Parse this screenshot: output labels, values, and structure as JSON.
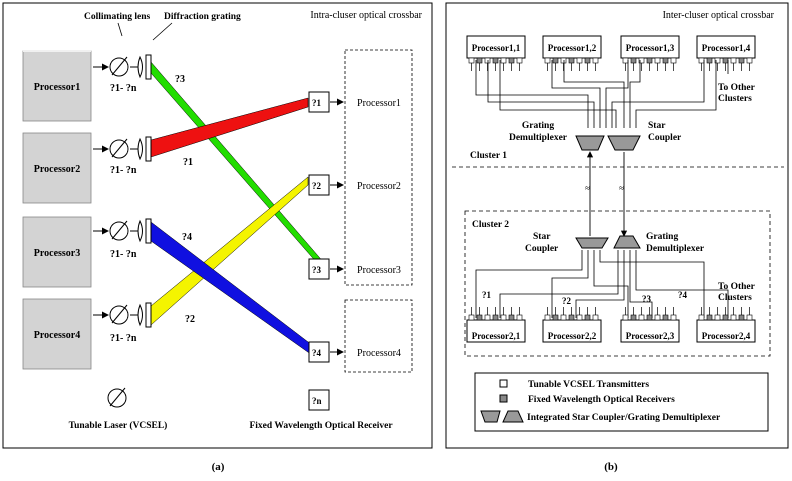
{
  "panel_a": {
    "title": "Intra-cluser optical crossbar",
    "label": "(a)",
    "lens_label": "Collimating lens",
    "grating_label": "Diffraction grating",
    "processors_left": [
      "Processor1",
      "Processor2",
      "Processor3",
      "Processor4"
    ],
    "processors_right": [
      "Processor1",
      "Processor2",
      "Processor3",
      "Processor4"
    ],
    "tune_range": "?1- ?n",
    "beam_labels": [
      "?3",
      "?1",
      "?4",
      "?2"
    ],
    "receiver_labels": [
      "?1",
      "?2",
      "?3",
      "?4"
    ],
    "legend_receiver_symbol": "?n",
    "legend_laser": "Tunable Laser (VCSEL)",
    "legend_receiver": "Fixed Wavelength Optical Receiver",
    "beam_colors": {
      "green": "#22dd00",
      "red": "#ee1111",
      "yellow": "#f4f400",
      "blue": "#1010e0"
    }
  },
  "panel_b": {
    "title": "Inter-cluser optical crossbar",
    "label": "(b)",
    "cluster1_processors": [
      "Processor1,1",
      "Processor1,2",
      "Processor1,3",
      "Processor1,4"
    ],
    "cluster2_processors": [
      "Processor2,1",
      "Processor2,2",
      "Processor2,3",
      "Processor2,4"
    ],
    "cluster1": "Cluster 1",
    "cluster2": "Cluster 2",
    "grating_demux": "Grating\nDemultiplexer",
    "star_coupler": "Star\nCoupler",
    "to_other_clusters": "To Other\nClusters",
    "wavelengths": [
      "?1",
      "?2",
      "?3",
      "?4"
    ],
    "legend": [
      "Tunable VCSEL Transmitters",
      "Fixed Wavelength Optical Receivers",
      "Integrated Star Coupler/Grating Demultiplexer"
    ]
  }
}
